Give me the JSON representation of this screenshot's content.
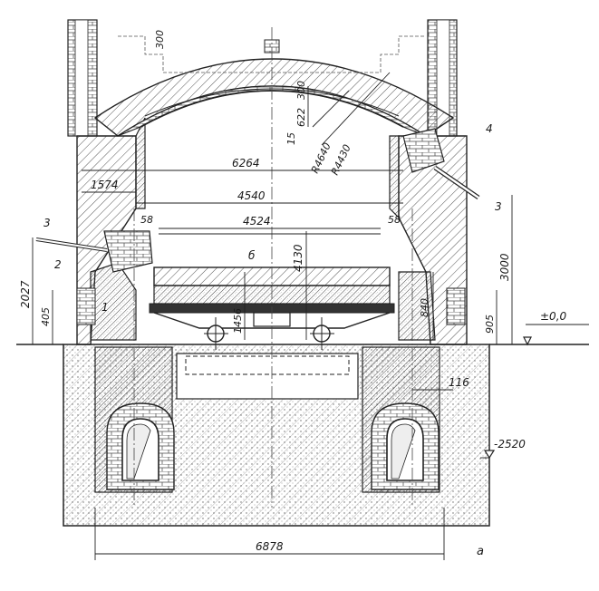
{
  "figure_label": "a",
  "dimensions": {
    "d300_top": "300",
    "d300_right": "300",
    "d622": "622",
    "d15": "15",
    "r4640": "R4640",
    "r4430": "R4430",
    "d6264": "6264",
    "d1574": "1574",
    "d4540": "4540",
    "d4524": "4524",
    "d58_left": "58",
    "d58_right": "58",
    "d4130": "4130",
    "d1456": "1456",
    "d840": "840",
    "d2027": "2027",
    "d405": "405",
    "d905": "905",
    "d3000": "3000",
    "d116": "116",
    "d6878": "6878"
  },
  "elevations": {
    "zero": "±0,0",
    "minus2520": "-2520"
  },
  "callouts": {
    "c1": "1",
    "c2": "2",
    "c3_left": "3",
    "c3_right": "3",
    "c4": "4",
    "c5": "б"
  }
}
